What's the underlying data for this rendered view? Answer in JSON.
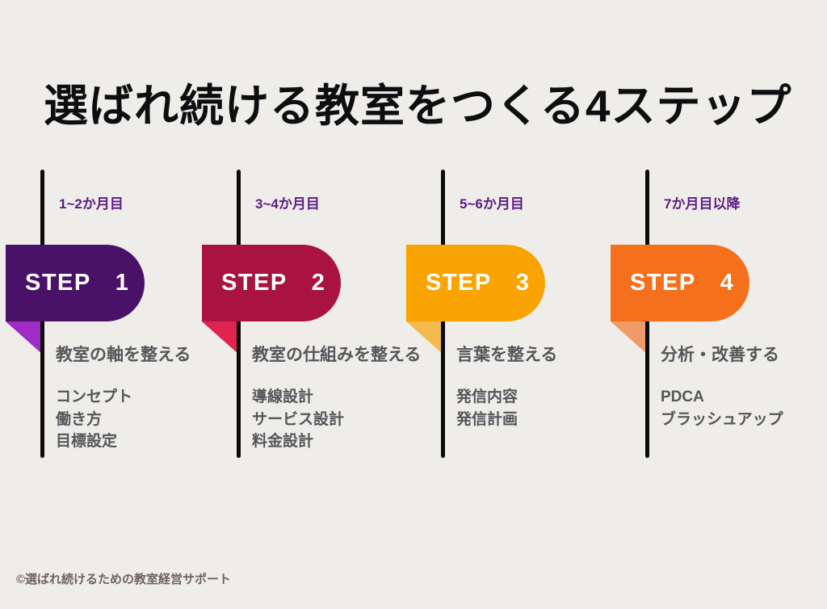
{
  "title": "選ばれ続ける教室をつくる4ステップ",
  "footer": {
    "copyright": "©選ばれ続けるための教室経営サポート"
  },
  "colors": {
    "background": "#EFEDE9",
    "timeline_line": "#0B0B0B",
    "period_text": "#5C1C87",
    "body_text": "#55555A",
    "title_text": "#0E0E11",
    "footer_text": "#6F6360"
  },
  "steps": [
    {
      "period": "1~2か月目",
      "step_label": "STEP",
      "step_number": "1",
      "subtitle": "教室の軸を整える",
      "items": [
        "コンセプト",
        "働き方",
        "目標設定"
      ],
      "badge_color": "#4A1168",
      "fold_color": "#9D2BC4"
    },
    {
      "period": "3~4か月目",
      "step_label": "STEP",
      "step_number": "2",
      "subtitle": "教室の仕組みを整える",
      "items": [
        "導線設計",
        "サービス設計",
        "料金設計"
      ],
      "badge_color": "#A81341",
      "fold_color": "#E02450"
    },
    {
      "period": "5~6か月目",
      "step_label": "STEP",
      "step_number": "3",
      "subtitle": "言葉を整える",
      "items": [
        "発信内容",
        "発信計画"
      ],
      "badge_color": "#F9A402",
      "fold_color": "#F3BA4E"
    },
    {
      "period": "7か月目以降",
      "step_label": "STEP",
      "step_number": "4",
      "subtitle": "分析・改善する",
      "items": [
        "PDCA",
        "ブラッシュアップ"
      ],
      "badge_color": "#F4701D",
      "fold_color": "#F09A68"
    }
  ]
}
